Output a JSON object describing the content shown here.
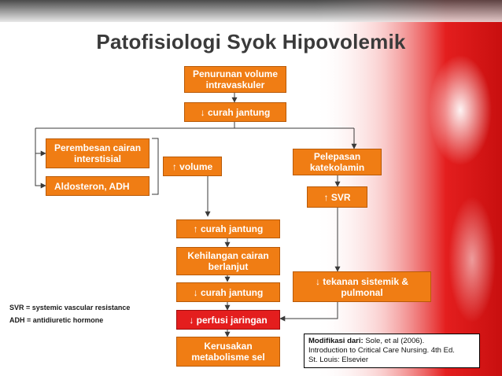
{
  "slide": {
    "title": "Patofisiologi Syok Hipovolemik",
    "colors": {
      "box_orange": "#f07d14",
      "box_red": "#e41e1e",
      "arrow": "#3a3a3a",
      "title": "#3a3a3a"
    }
  },
  "nodes": {
    "penurunan_volume": "Penurunan volume\nintravaskuler",
    "curah_jantung_down_1": "↓ curah jantung",
    "perembesan_cairan": "Perembesan cairan\ninterstisial",
    "aldosteron_adh": "Aldosteron, ADH",
    "volume_up": "↑ volume",
    "pelepasan_katekolamin": "Pelepasan\nkatekolamin",
    "svr_up": "↑  SVR",
    "curah_jantung_up": "↑ curah jantung",
    "kehilangan_cairan": "Kehilangan cairan\nberlanjut",
    "curah_jantung_down_2": "↓ curah jantung",
    "tekanan_sistemik": "↓ tekanan sistemik &\npulmonal",
    "perfusi_jaringan": "↓ perfusi jaringan",
    "kerusakan_metabolisme": "Kerusakan\nmetabolisme sel"
  },
  "legend": {
    "svr": "SVR = systemic vascular resistance",
    "adh": "ADH = antidiuretic hormone"
  },
  "reference": {
    "label": "Modifikasi dari:",
    "line1": " Sole, et al (2006).",
    "line2": "Introduction to Critical Care Nursing. 4th Ed.",
    "line3": "St. Louis: Elsevier"
  }
}
